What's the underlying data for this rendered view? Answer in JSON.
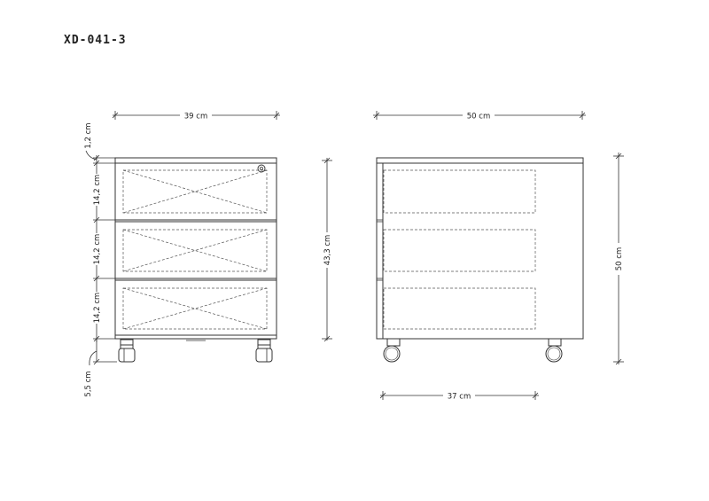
{
  "drawing": {
    "code": "XD-041-3",
    "front": {
      "width": "39 cm",
      "top": "1,2 cm",
      "drawer1": "14,2 cm",
      "drawer2": "14,2 cm",
      "drawer3": "14,2 cm",
      "wheels": "5,5 cm",
      "body_height": "43,3 cm"
    },
    "side": {
      "depth": "50 cm",
      "total_height": "50 cm",
      "wheelbase": "37 cm"
    }
  }
}
